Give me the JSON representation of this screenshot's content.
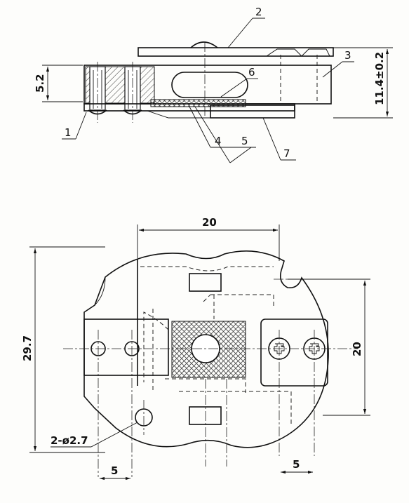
{
  "side_view": {
    "part_labels": [
      "1",
      "2",
      "3",
      "4",
      "5",
      "6",
      "7"
    ],
    "dims": {
      "height_left": "5.2",
      "height_right": "11.4±0.2"
    }
  },
  "top_view": {
    "dims": {
      "width_top": "20",
      "height_left": "29.7",
      "height_right": "20",
      "width_bottom_left": "5",
      "width_bottom_right": "5",
      "hole_note": "2-ø2.7"
    }
  }
}
